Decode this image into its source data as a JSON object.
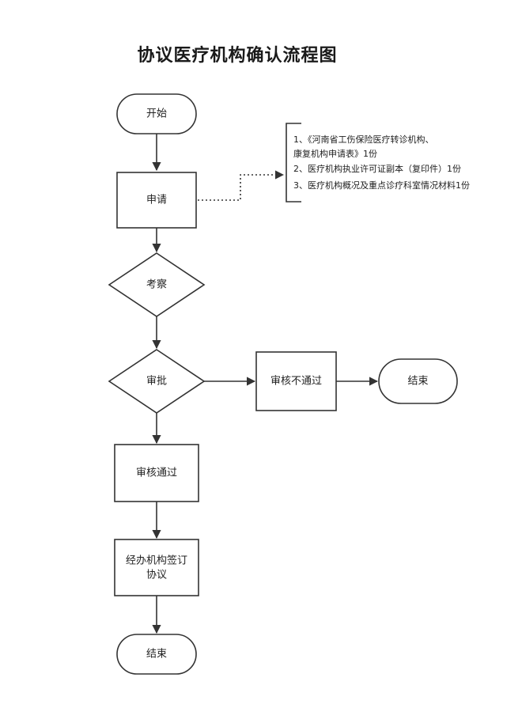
{
  "title": "协议医疗机构确认流程图",
  "nodes": {
    "start": "开始",
    "apply": "申请",
    "inspect": "考察",
    "approve": "审批",
    "rejected": "审核不通过",
    "end_rejected": "结束",
    "passed": "审核通过",
    "sign_line1": "经办机构签订",
    "sign_line2": "协议",
    "end": "结束"
  },
  "materials": [
    "1、《河南省工伤保险医疗转诊机构、",
    "康复机构申请表》1份",
    "2、医疗机构执业许可证副本（复印件）1份",
    "3、医疗机构概况及重点诊疗科室情况材料1份"
  ]
}
